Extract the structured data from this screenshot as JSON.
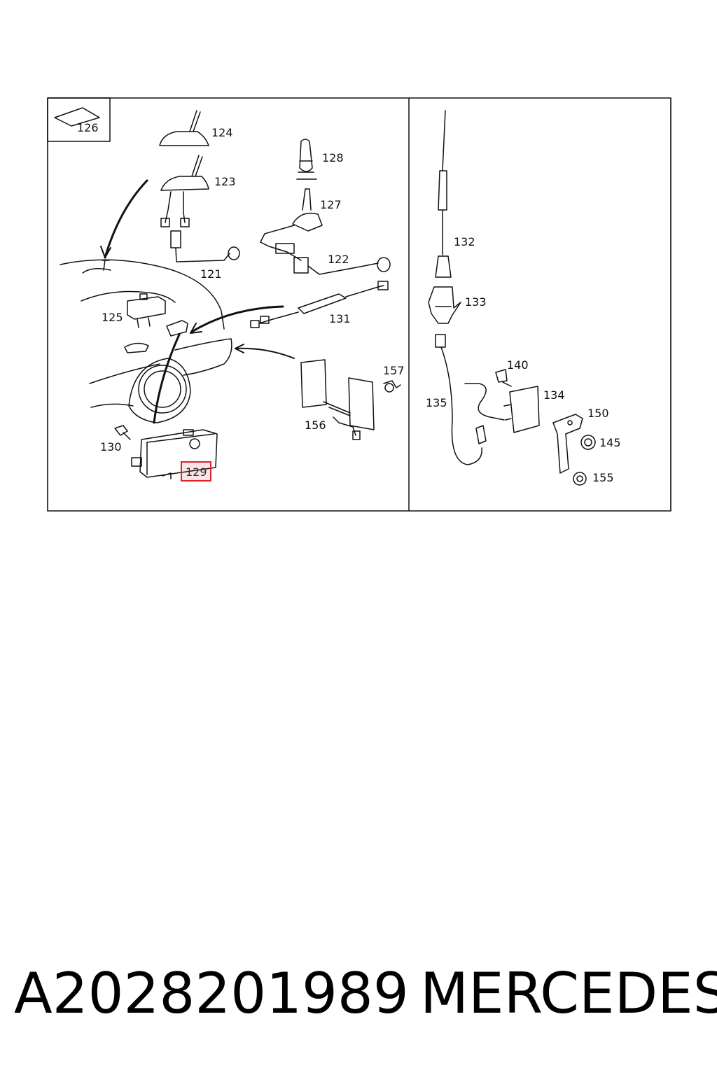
{
  "diagram": {
    "labels": {
      "p121": "121",
      "p122": "122",
      "p123": "123",
      "p124": "124",
      "p125": "125",
      "p126": "126",
      "p127": "127",
      "p128": "128",
      "p129": "129",
      "p130": "130",
      "p131": "131",
      "p132": "132",
      "p133": "133",
      "p134": "134",
      "p135": "135",
      "p140": "140",
      "p145": "145",
      "p150": "150",
      "p155": "155",
      "p156": "156",
      "p157": "157"
    },
    "highlighted_part": "129",
    "highlight_color": "#e0232b"
  },
  "footer": {
    "part_number": "A2028201989",
    "brand": "MERCEDES"
  }
}
